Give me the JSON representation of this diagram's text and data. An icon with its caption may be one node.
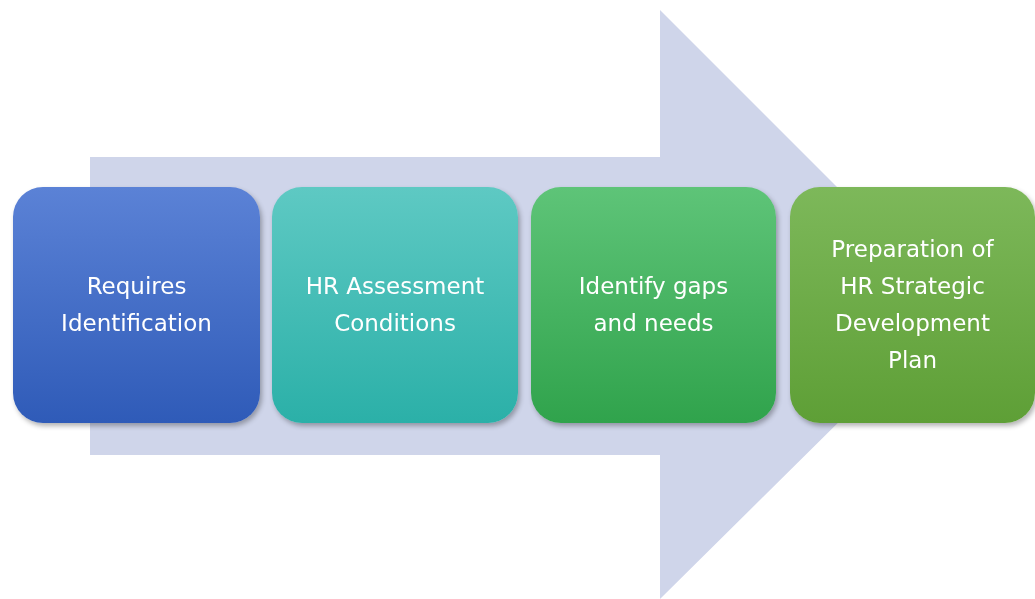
{
  "diagram": {
    "nodes": [
      {
        "text": [
          "Requires Identification"
        ]
      },
      {
        "text": [
          "HR Assessment Conditions"
        ]
      },
      {
        "text": [
          "Identify gaps and needs"
        ]
      },
      {
        "text": [
          "Preparation of HR Strategic Development Plan"
        ]
      }
    ],
    "edges": [
      {
        "from": 0,
        "to": 3,
        "arrow": "to"
      }
    ]
  }
}
